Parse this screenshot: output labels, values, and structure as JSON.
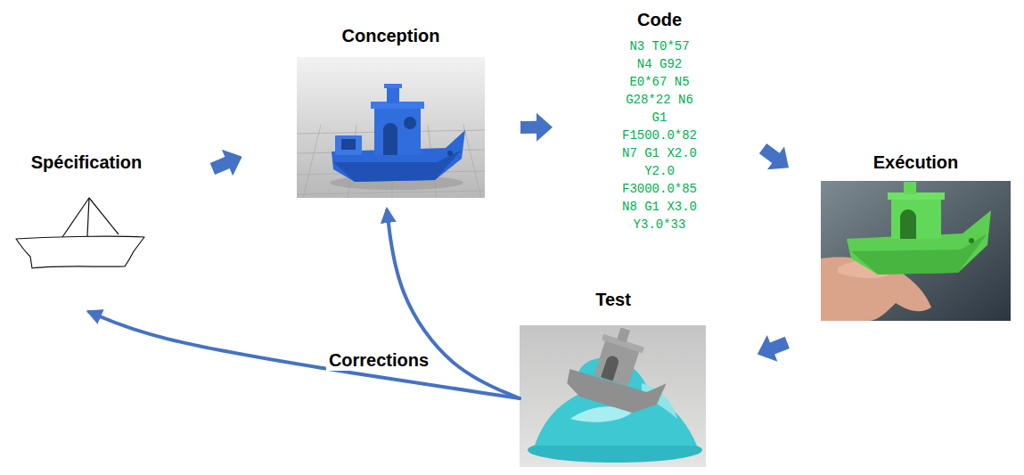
{
  "diagram": {
    "nodes": [
      {
        "text": [
          "Spécification"
        ]
      },
      {
        "text": [
          "Conception"
        ]
      },
      {
        "text": [
          "Code",
          "N3 T0*57 N4 G92 E0*67 N5 G28*22 N6 G1 F1500.0*82 N7 G1 X2.0 Y2.0 F3000.0*85 N8 G1 X3.0 Y3.0*33"
        ]
      },
      {
        "text": [
          "Exécution"
        ]
      },
      {
        "text": [
          "Test"
        ]
      }
    ],
    "edges": [
      {
        "from": 0,
        "to": 1,
        "arrow": "to"
      },
      {
        "from": 1,
        "to": 2,
        "arrow": "to"
      },
      {
        "from": 2,
        "to": 3,
        "arrow": "to"
      },
      {
        "from": 3,
        "to": 4,
        "arrow": "to"
      },
      {
        "from": 4,
        "to": 0,
        "label": "Corrections",
        "arrow": "to"
      },
      {
        "from": 4,
        "to": 1,
        "arrow": "to"
      }
    ]
  }
}
